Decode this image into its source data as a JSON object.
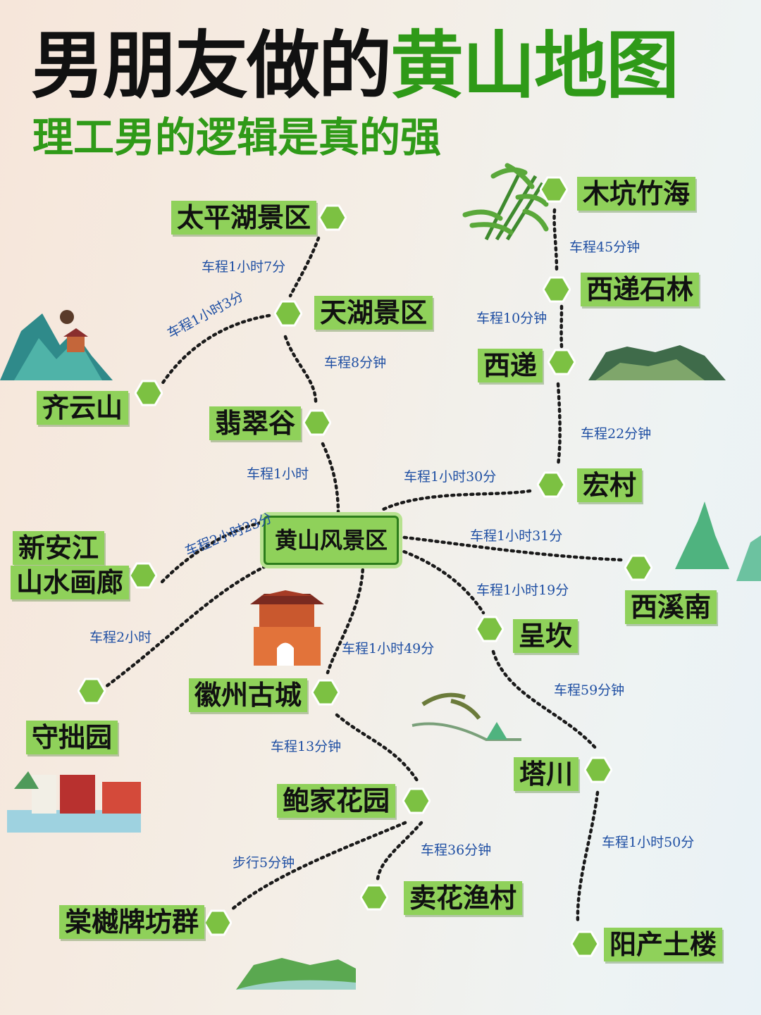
{
  "title": {
    "part1": "男朋友做的",
    "part2": "黄山地图"
  },
  "subtitle": "理工男的逻辑是真的强",
  "center": "黄山风景区",
  "places": {
    "taipinghu": "太平湖景区",
    "tianhu": "天湖景区",
    "qiyunshan": "齐云山",
    "feicuigu": "翡翠谷",
    "mukeng": "木坑竹海",
    "xidishilin": "西递石林",
    "xidi": "西递",
    "hongcun": "宏村",
    "xinanjiang_1": "新安江",
    "xinanjiang_2": "山水画廊",
    "xixinan": "西溪南",
    "chengkan": "呈坎",
    "huizhou": "徽州古城",
    "shouzhuoyuan": "守拙园",
    "tachuan": "塔川",
    "baojia": "鲍家花园",
    "tangyue": "棠樾牌坊群",
    "maihua": "卖花渔村",
    "yangchan": "阳产土楼"
  },
  "times": {
    "taipinghu_tianhu": "车程1小时7分",
    "tianhu_qiyunshan": "车程1小时3分",
    "tianhu_feicuigu": "车程8分钟",
    "feicuigu_center": "车程1小时",
    "mukeng_xidishilin": "车程45分钟",
    "xidishilin_xidi": "车程10分钟",
    "xidi_hongcun": "车程22分钟",
    "hongcun_center": "车程1小时30分",
    "xinanjiang_center": "车程2小时23分",
    "xixinan_center": "车程1小时31分",
    "chengkan_center": "车程1小时19分",
    "shouzhuoyuan_center": "车程2小时",
    "huizhou_center": "车程1小时49分",
    "chengkan_tachuan": "车程59分钟",
    "huizhou_baojia": "车程13分钟",
    "baojia_tangyue": "步行5分钟",
    "baojia_maihua": "车程36分钟",
    "tachuan_yangchan": "车程1小时50分"
  },
  "icons": [
    "hexagon-marker-icon",
    "bamboo-illustration",
    "mountain-illustration",
    "pavilion-illustration",
    "ancient-gate-illustration",
    "waterside-village-illustration",
    "pine-tree-illustration"
  ],
  "colors": {
    "accent": "#2f9a18",
    "label_bg": "#8fd15a",
    "marker": "#7cc142",
    "time_text": "#1f4fa3"
  }
}
